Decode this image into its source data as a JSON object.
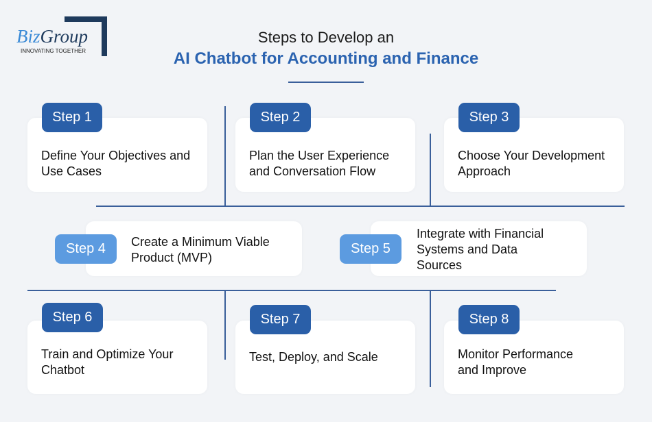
{
  "logo": {
    "name": "BizGroup",
    "tagline": "INNOVATING TOGETHER"
  },
  "title": {
    "line1": "Steps to Develop an",
    "line2": "AI Chatbot for Accounting and Finance"
  },
  "steps": [
    {
      "badge": "Step 1",
      "text": "Define Your Objectives and Use Cases"
    },
    {
      "badge": "Step 2",
      "text": "Plan the User Experience and Conversation Flow"
    },
    {
      "badge": "Step 3",
      "text": "Choose Your Development Approach"
    },
    {
      "badge": "Step 4",
      "text": "Create a Minimum Viable Product (MVP)"
    },
    {
      "badge": "Step 5",
      "text": "Integrate with Financial Systems and Data Sources"
    },
    {
      "badge": "Step 6",
      "text": "Train and Optimize Your Chatbot"
    },
    {
      "badge": "Step 7",
      "text": "Test, Deploy, and Scale"
    },
    {
      "badge": "Step 8",
      "text": "Monitor Performance and Improve"
    }
  ],
  "colors": {
    "badge_dark": "#2a5fa8",
    "badge_light": "#5c9be0",
    "line": "#3a5f9a",
    "title_accent": "#2b63b0"
  }
}
